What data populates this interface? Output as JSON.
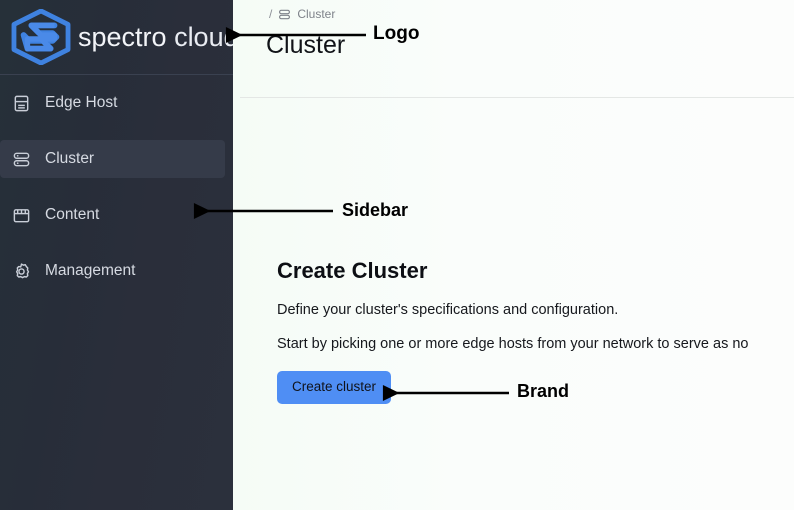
{
  "sidebar": {
    "brand": {
      "logo_icon": "spectro-cloud-hexagon-s-logo",
      "name_primary": "spectro",
      "name_secondary": "cloud",
      "full_name": "spectro cloud",
      "logo_color": "#4084e0"
    },
    "items": [
      {
        "label": "Edge Host",
        "icon": "server-device-icon",
        "active": false
      },
      {
        "label": "Cluster",
        "icon": "stacked-servers-icon",
        "active": true
      },
      {
        "label": "Content",
        "icon": "browser-window-icon",
        "active": false
      },
      {
        "label": "Management",
        "icon": "gear-icon",
        "active": false
      }
    ],
    "background_color": "#282d39",
    "active_item_color": "#353b49"
  },
  "main": {
    "breadcrumb": {
      "separator": "/",
      "icon": "stacked-servers-icon",
      "text": "Cluster"
    },
    "page_title": "Cluster",
    "create_cluster": {
      "heading": "Create Cluster",
      "paragraph_1": "Define your cluster's specifications and configuration.",
      "paragraph_2": "Start by picking one or more edge hosts from your network to serve as no",
      "button_label": "Create cluster",
      "button_color": "#4f8ef4"
    }
  },
  "annotations": [
    {
      "label": "Logo",
      "target": "brand-logo"
    },
    {
      "label": "Sidebar",
      "target": "sidebar-nav"
    },
    {
      "label": "Brand",
      "target": "create-cluster-button"
    }
  ]
}
